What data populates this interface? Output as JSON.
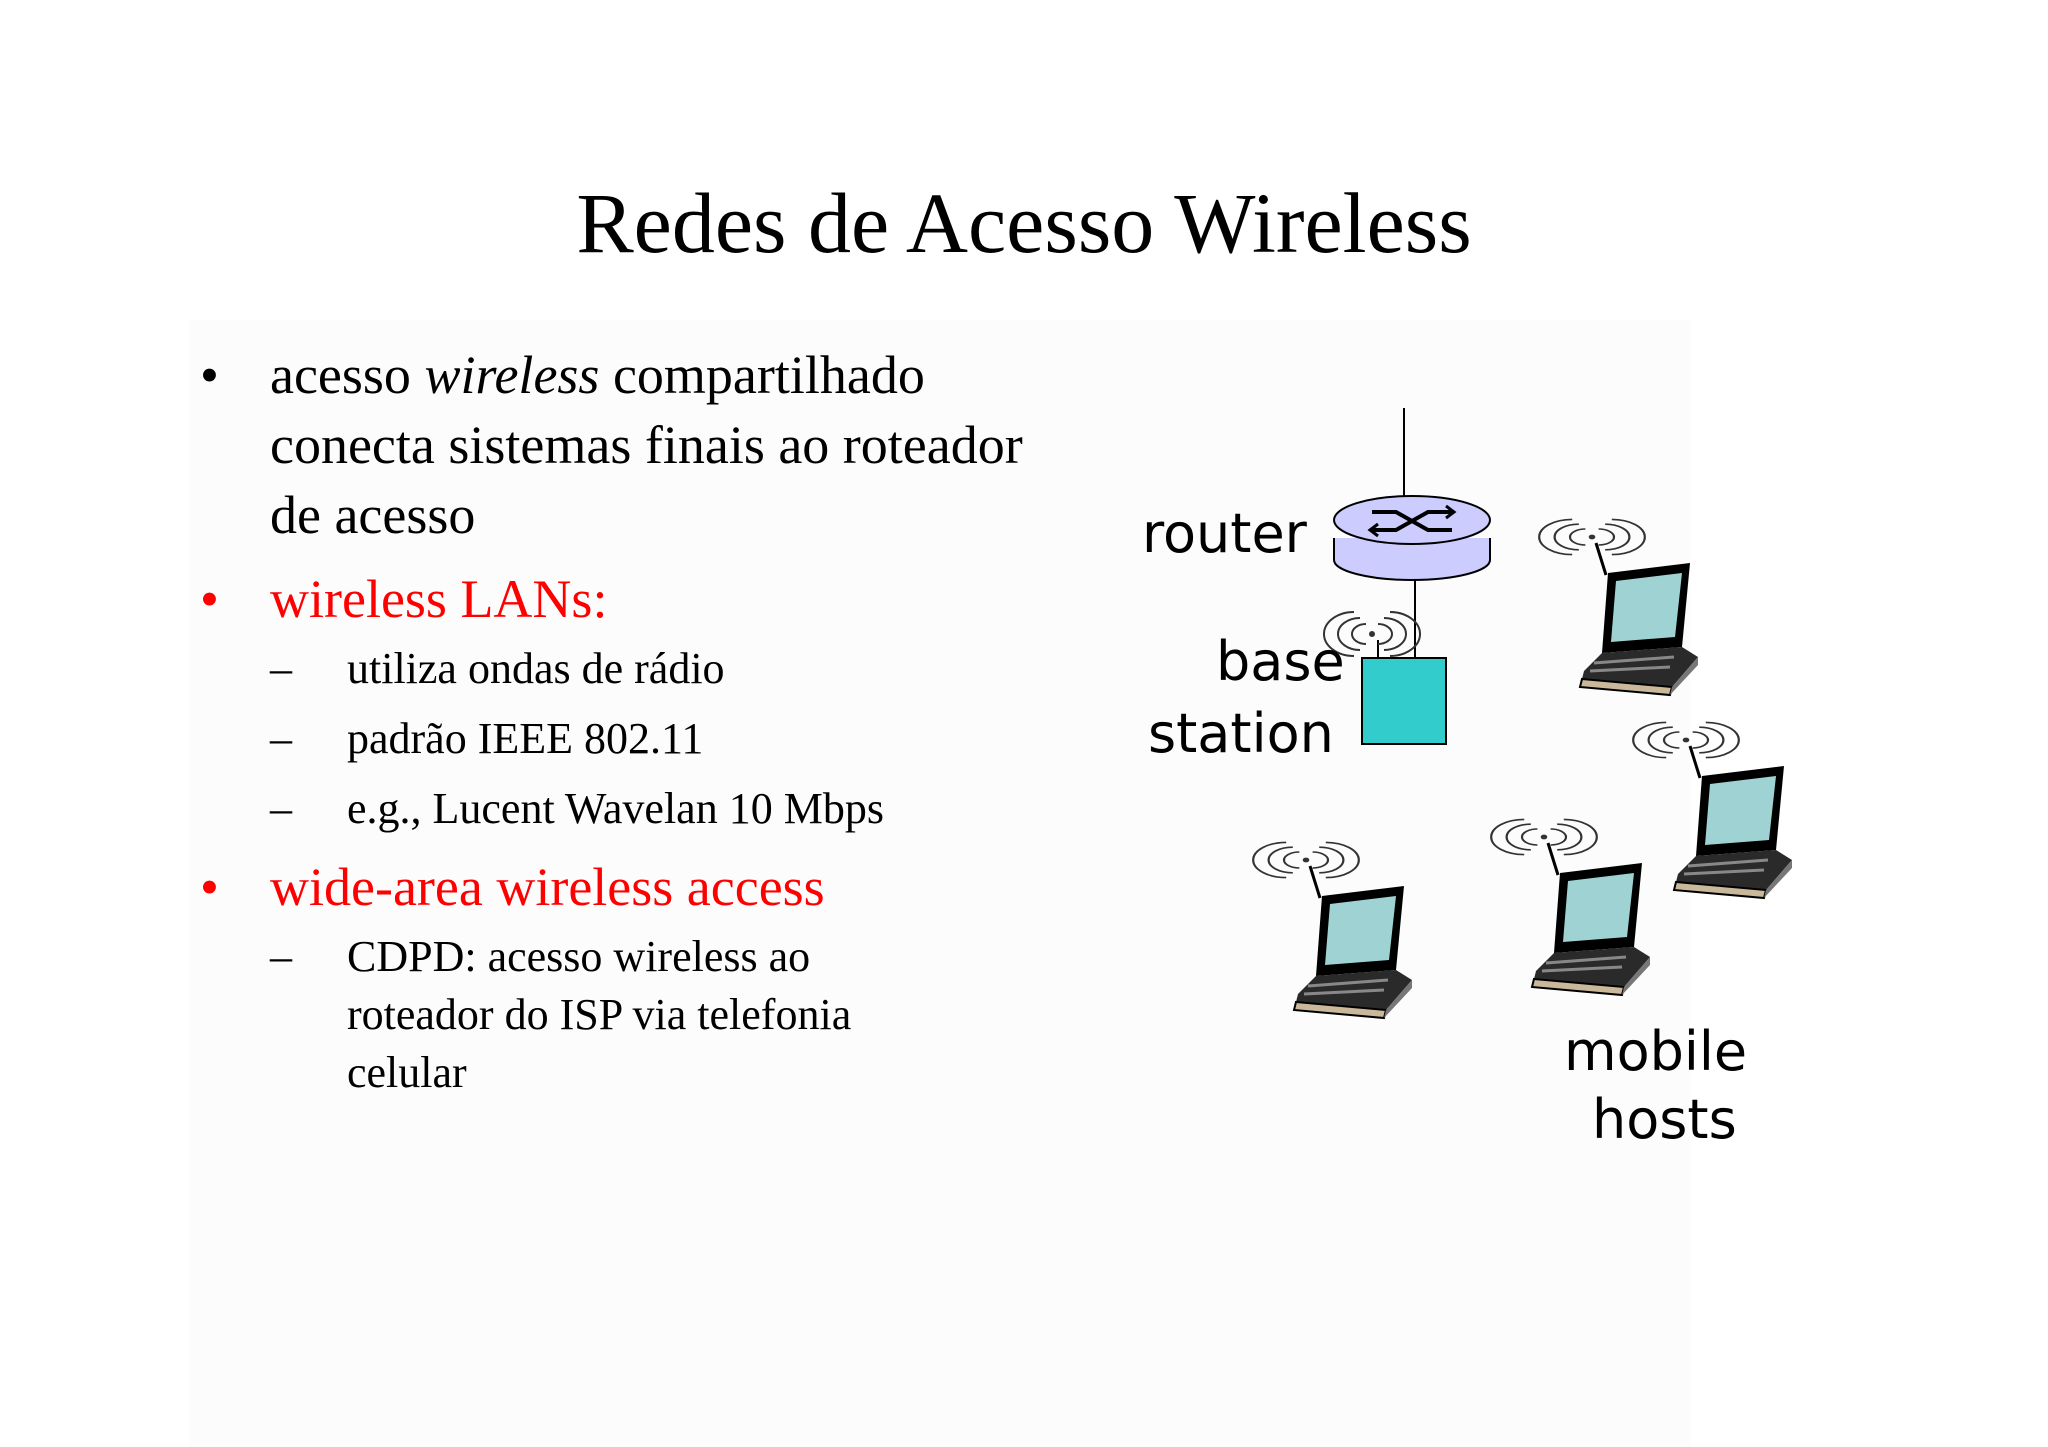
{
  "title": "Redes de Acesso Wireless",
  "bullets": [
    {
      "text_before": "acesso ",
      "text_italic": "wireless",
      "text_after": " compartilhado conecta sistemas finais ao roteador de acesso"
    },
    {
      "text": "wireless LANs:",
      "color": "#ff0000",
      "sub": [
        "utiliza ondas de rádio",
        "padrão IEEE 802.11",
        "e.g., Lucent Wavelan 10 Mbps"
      ]
    },
    {
      "text": "wide-area wireless access",
      "color": "#ff0000",
      "sub": [
        "CDPD: acesso wireless ao roteador do ISP via telefonia celular"
      ]
    }
  ],
  "bullet_symbol": "•",
  "dash_symbol": "–",
  "diagram": {
    "router_label": "router",
    "base_station_label_1": "base",
    "base_station_label_2": "station",
    "mobile_hosts_label_1": "mobile",
    "mobile_hosts_label_2": "hosts",
    "router_color": "#ccccff",
    "base_station_color": "#33cccc",
    "laptop_screen_color": "#99cccc"
  }
}
